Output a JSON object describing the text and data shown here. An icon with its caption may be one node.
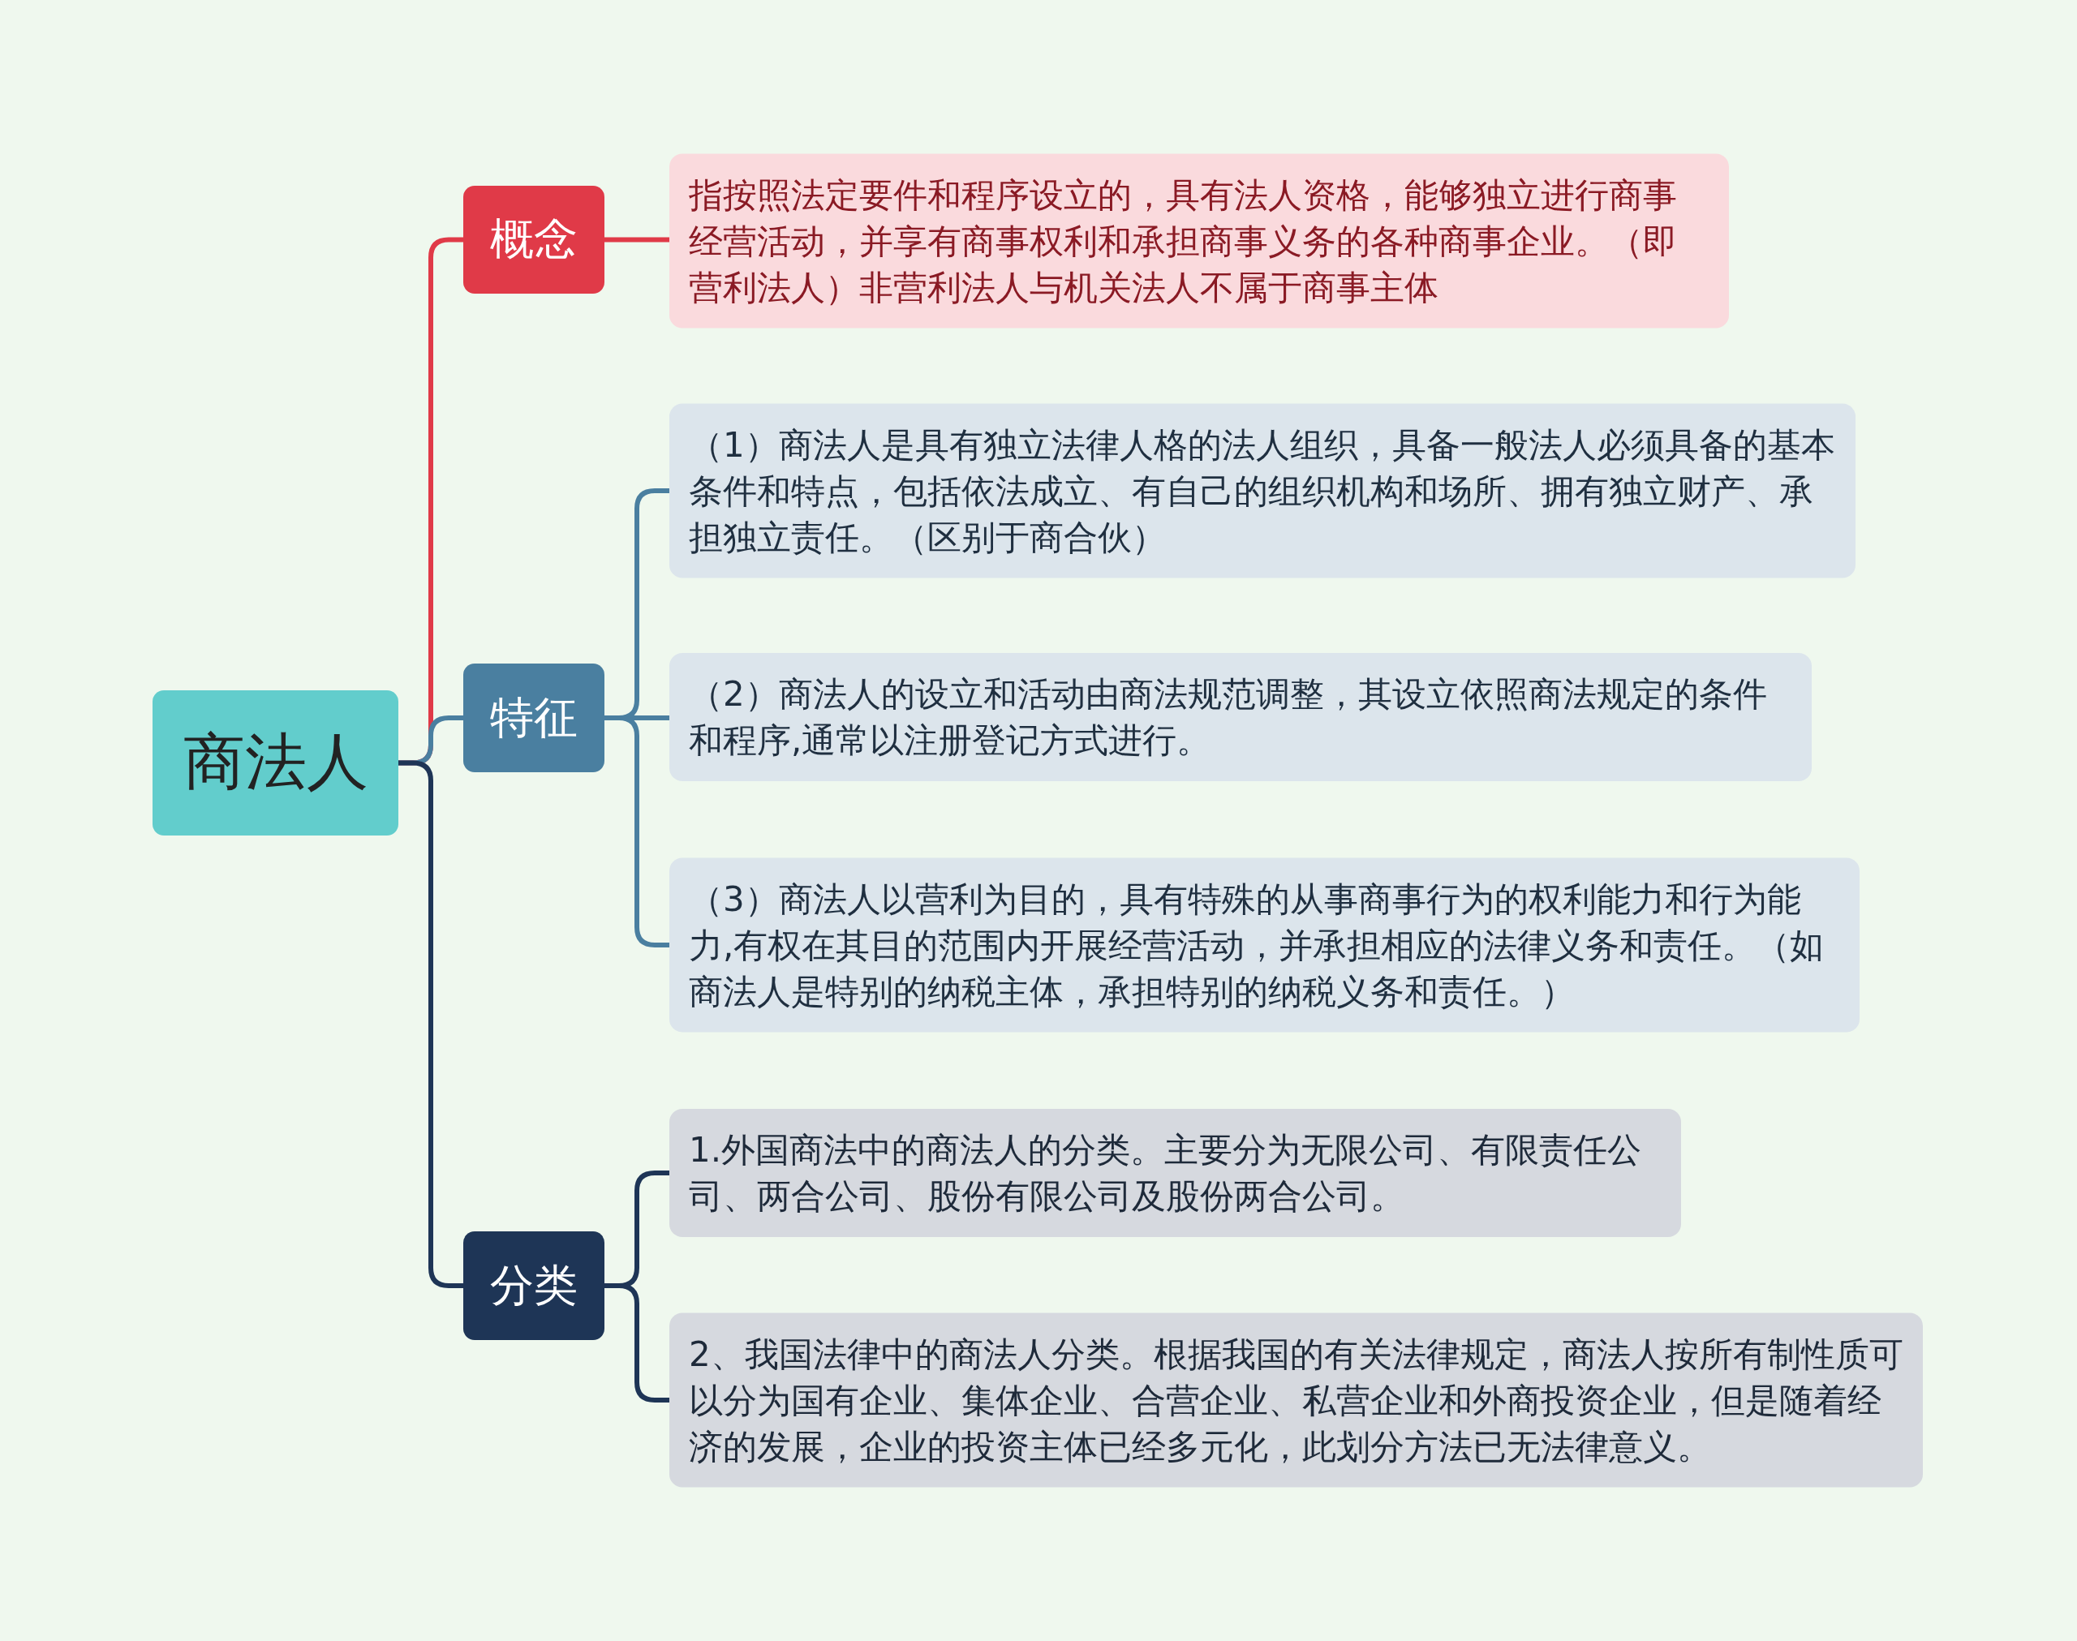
{
  "diagram": {
    "nodes": [
      {
        "text": [
          "商法人"
        ]
      },
      {
        "text": [
          "概念"
        ]
      },
      {
        "text": [
          "指按照法定要件和程序设立的，具有法人资格，能够独立进行商事经营活动，并享有商事权利和承担商事义务的各种商事企业。（即营利法人）非营利法人与机关法人不属于商事主体"
        ]
      },
      {
        "text": [
          "特征"
        ]
      },
      {
        "text": [
          "（1）商法人是具有独立法律人格的法人组织，具备一般法人必须具备的基本条件和特点，包括依法成立、有自己的组织机构和场所、拥有独立财产、承担独立责任。（区别于商合伙）"
        ]
      },
      {
        "text": [
          "（2）商法人的设立和活动由商法规范调整，其设立依照商法规定的条件和程序,通常以注册登记方式进行。"
        ]
      },
      {
        "text": [
          "（3）商法人以营利为目的，具有特殊的从事商事行为的权利能力和行为能力,有权在其目的范围内开展经营活动，并承担相应的法律义务和责任。（如商法人是特别的纳税主体，承担特别的纳税义务和责任。）"
        ]
      },
      {
        "text": [
          "分类"
        ]
      },
      {
        "text": [
          "1.外国商法中的商法人的分类。主要分为无限公司、有限责任公司、两合公司、股份有限公司及股份两合公司。"
        ]
      },
      {
        "text": [
          "2、我国法律中的商法人分类。根据我国的有关法律规定，商法人按所有制性质可以分为国有企业、集体企业、合营企业、私营企业和外商投资企业，但是随着经济的发展，企业的投资主体已经多元化，此划分方法已无法律意义。"
        ]
      }
    ],
    "edges": [
      {
        "from": 0,
        "to": 1,
        "arrow": "none",
        "color": "#e03a48"
      },
      {
        "from": 1,
        "to": 2,
        "arrow": "none",
        "color": "#e03a48"
      },
      {
        "from": 0,
        "to": 3,
        "arrow": "none",
        "color": "#4a7fa0"
      },
      {
        "from": 3,
        "to": 4,
        "arrow": "none",
        "color": "#4a7fa0"
      },
      {
        "from": 3,
        "to": 5,
        "arrow": "none",
        "color": "#4a7fa0"
      },
      {
        "from": 3,
        "to": 6,
        "arrow": "none",
        "color": "#4a7fa0"
      },
      {
        "from": 0,
        "to": 7,
        "arrow": "none",
        "color": "#1e3556"
      },
      {
        "from": 7,
        "to": 8,
        "arrow": "none",
        "color": "#1e3556"
      },
      {
        "from": 7,
        "to": 9,
        "arrow": "none",
        "color": "#1e3556"
      }
    ]
  }
}
